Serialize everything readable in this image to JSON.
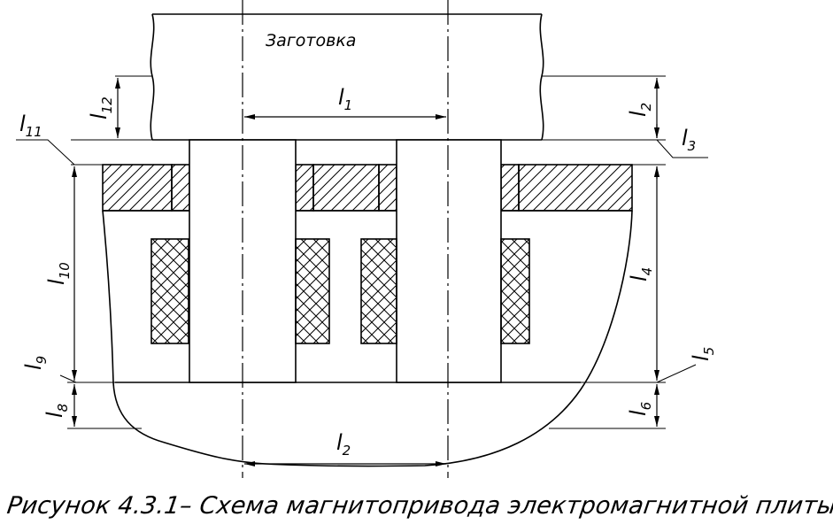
{
  "diagram": {
    "title": "Заготовка",
    "labels": {
      "l1": {
        "base": "l",
        "sub": "1"
      },
      "l2_top": {
        "base": "l",
        "sub": "2"
      },
      "l2_bottom": {
        "base": "l",
        "sub": "2"
      },
      "l3": {
        "base": "l",
        "sub": "3"
      },
      "l4": {
        "base": "l",
        "sub": "4"
      },
      "l5": {
        "base": "l",
        "sub": "5"
      },
      "l6": {
        "base": "l",
        "sub": "6"
      },
      "l8": {
        "base": "l",
        "sub": "8"
      },
      "l9": {
        "base": "l",
        "sub": "9"
      },
      "l10": {
        "base": "l",
        "sub": "10"
      },
      "l11": {
        "base": "l",
        "sub": "11"
      },
      "l12": {
        "base": "l",
        "sub": "12"
      }
    }
  },
  "caption": "Рисунок 4.3.1– Схема магнитопривода электромагнитной плиты."
}
